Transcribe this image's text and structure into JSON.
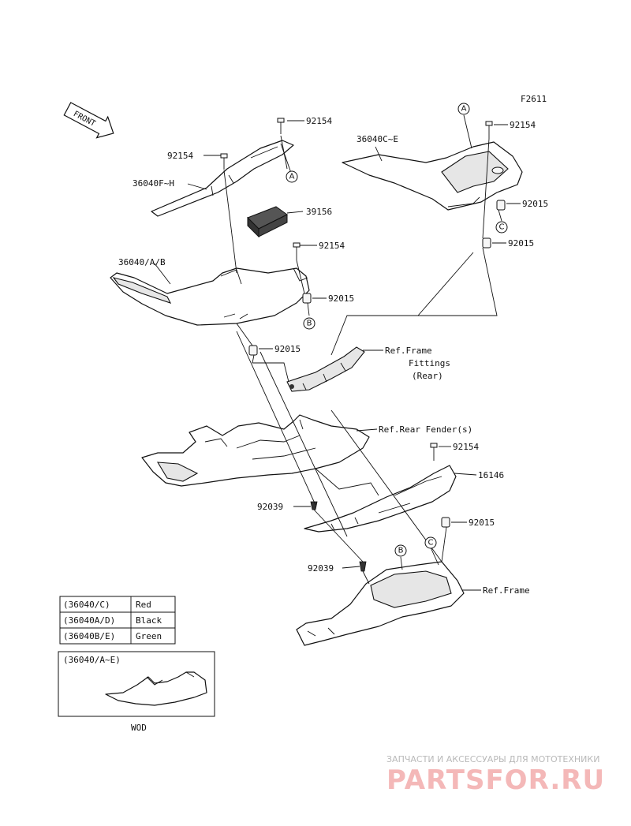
{
  "figure_code": "F2611",
  "front_arrow": "FRONT",
  "parts": [
    {
      "id": "p1",
      "label": "92154"
    },
    {
      "id": "p2",
      "label": "92154"
    },
    {
      "id": "p3",
      "label": "36040F~H"
    },
    {
      "id": "p4",
      "label": "39156"
    },
    {
      "id": "p5",
      "label": "36040/A/B"
    },
    {
      "id": "p6",
      "label": "92154"
    },
    {
      "id": "p7",
      "label": "92015"
    },
    {
      "id": "p8",
      "label": "92015"
    },
    {
      "id": "p9",
      "label": "92154"
    },
    {
      "id": "p10",
      "label": "36040C~E"
    },
    {
      "id": "p11",
      "label": "92015"
    },
    {
      "id": "p12",
      "label": "92015"
    },
    {
      "id": "p13",
      "label": "92154"
    },
    {
      "id": "p14",
      "label": "16146"
    },
    {
      "id": "p15",
      "label": "92015"
    },
    {
      "id": "p16",
      "label": "92039"
    },
    {
      "id": "p17",
      "label": "92039"
    }
  ],
  "references": {
    "frame_fittings_1": "Ref.Frame",
    "frame_fittings_2": "Fittings",
    "frame_fittings_3": "(Rear)",
    "rear_fender": "Ref.Rear Fender(s)",
    "frame": "Ref.Frame"
  },
  "markers": {
    "a1": "A",
    "a2": "A",
    "b1": "B",
    "b2": "B",
    "c1": "C",
    "c2": "C"
  },
  "color_table": [
    {
      "code": "(36040/C)",
      "color": "Red"
    },
    {
      "code": "(36040A/D)",
      "color": "Black"
    },
    {
      "code": "(36040B/E)",
      "color": "Green"
    }
  ],
  "inset": {
    "title": "(36040/A~E)",
    "caption": "WOD"
  },
  "watermark": {
    "tagline": "ЗАПЧАСТИ И АКСЕССУАРЫ ДЛЯ МОТОТЕХНИКИ",
    "logo_text": "PARTSFOR.RU"
  }
}
